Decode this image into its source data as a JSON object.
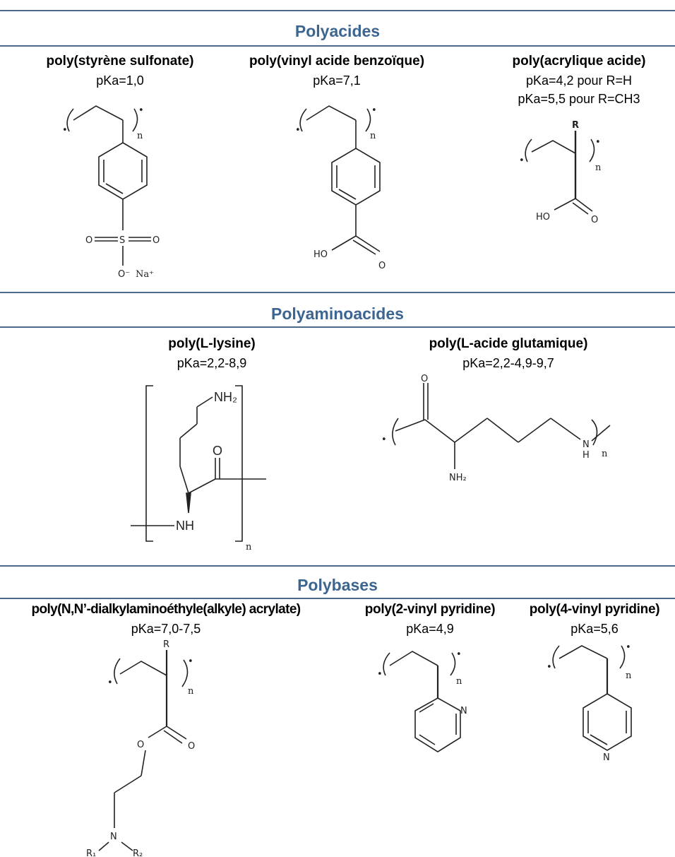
{
  "theme": {
    "rule_color": "#4a6a8c",
    "title_color": "#3d6591"
  },
  "sections": {
    "polyacides": {
      "title": "Polyacides",
      "items": [
        {
          "name": "poly(styrène sulfonate)",
          "pka": [
            "pKa=1,0"
          ]
        },
        {
          "name": "poly(vinyl acide benzoïque)",
          "pka": [
            "pKa=7,1"
          ]
        },
        {
          "name": "poly(acrylique acide)",
          "pka": [
            "pKa=4,2 pour R=H",
            "pKa=5,5 pour R=CH3"
          ]
        }
      ]
    },
    "polyaminoacides": {
      "title": "Polyaminoacides",
      "items": [
        {
          "name": "poly(L-lysine)",
          "pka": [
            "pKa=2,2-8,9"
          ]
        },
        {
          "name": "poly(L-acide glutamique)",
          "pka": [
            "pKa=2,2-4,9-9,7"
          ]
        }
      ]
    },
    "polybases": {
      "title": "Polybases",
      "items": [
        {
          "name": "poly(N,N’-dialkylaminoéthyle(alkyle) acrylate)",
          "pka": [
            "pKa=7,0-7,5"
          ]
        },
        {
          "name": "poly(2-vinyl pyridine)",
          "pka": [
            "pKa=4,9"
          ]
        },
        {
          "name": "poly(4-vinyl pyridine)",
          "pka": [
            "pKa=5,6"
          ]
        }
      ]
    }
  },
  "atoms": {
    "n": "n",
    "dot": "•",
    "O": "O",
    "S": "S",
    "O_minus": "O⁻",
    "Na_plus": "Na⁺",
    "HO": "HO",
    "R": "R",
    "NH2": "NH₂",
    "NH": "NH",
    "H": "H",
    "N": "N",
    "R1": "R₁",
    "R2": "R₂"
  }
}
